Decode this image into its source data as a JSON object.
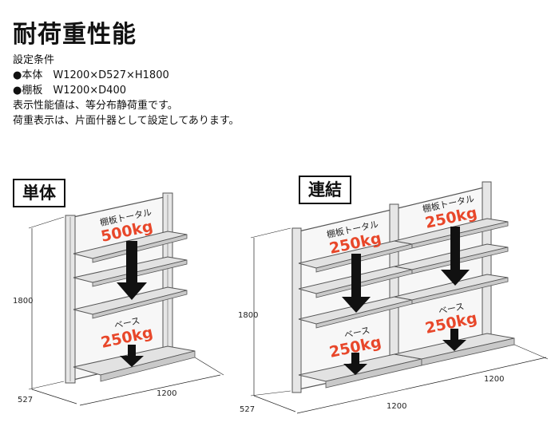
{
  "title": "耐荷重性能",
  "conditions": {
    "heading": "設定条件",
    "line1": "●本体　W1200×D527×H1800",
    "line2": "●棚板　W1200×D400",
    "line3": "表示性能値は、等分布静荷重です。",
    "line4": "荷重表示は、片面什器として設定してあります。"
  },
  "single": {
    "tag": "単体",
    "shelf_label": "棚板トータル",
    "shelf_load": "500kg",
    "base_label": "ベース",
    "base_load": "250kg",
    "dim_height": "1800",
    "dim_depth": "527",
    "dim_width": "1200"
  },
  "linked": {
    "tag": "連結",
    "shelf_label_1": "棚板トータル",
    "shelf_load_1": "250kg",
    "shelf_label_2": "棚板トータル",
    "shelf_load_2": "250kg",
    "base_label_1": "ベース",
    "base_load_1": "250kg",
    "base_label_2": "ベース",
    "base_load_2": "250kg",
    "dim_height": "1800",
    "dim_depth": "527",
    "dim_width_1": "1200",
    "dim_width_2": "1200"
  },
  "colors": {
    "accent": "#e8472a",
    "frame": "#555555",
    "shelf": "#dddddd"
  }
}
